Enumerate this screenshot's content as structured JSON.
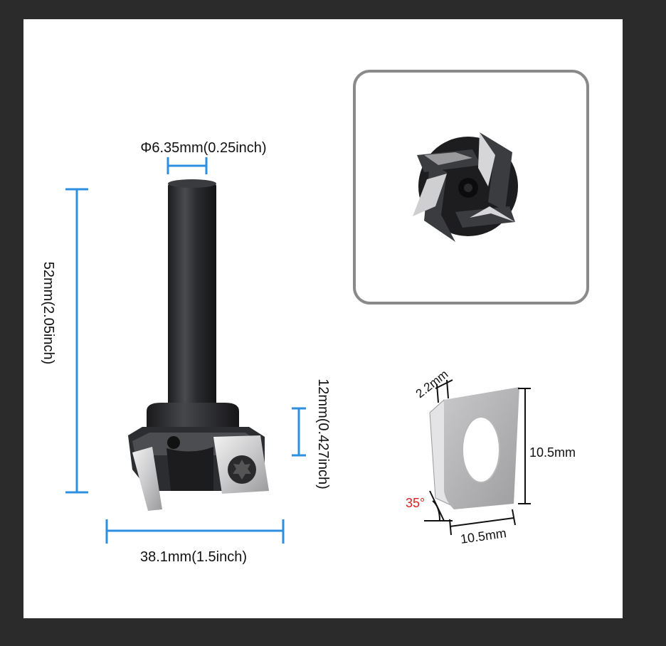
{
  "dimensions": {
    "shank_diameter": "Φ6.35mm(0.25inch)",
    "total_length": "52mm(2.05inch)",
    "cutting_height": "12mm(0.427inch)",
    "cutting_diameter": "38.1mm(1.5inch)"
  },
  "insert": {
    "thickness": "2.2mm",
    "height": "10.5mm",
    "width": "10.5mm",
    "angle": "35°"
  },
  "colors": {
    "dimension_line": "#2e8fe0",
    "angle_text": "#e02020",
    "page_background": "#2b2b2b",
    "canvas": "#ffffff"
  },
  "icons": [
    "torx-screw-icon"
  ]
}
